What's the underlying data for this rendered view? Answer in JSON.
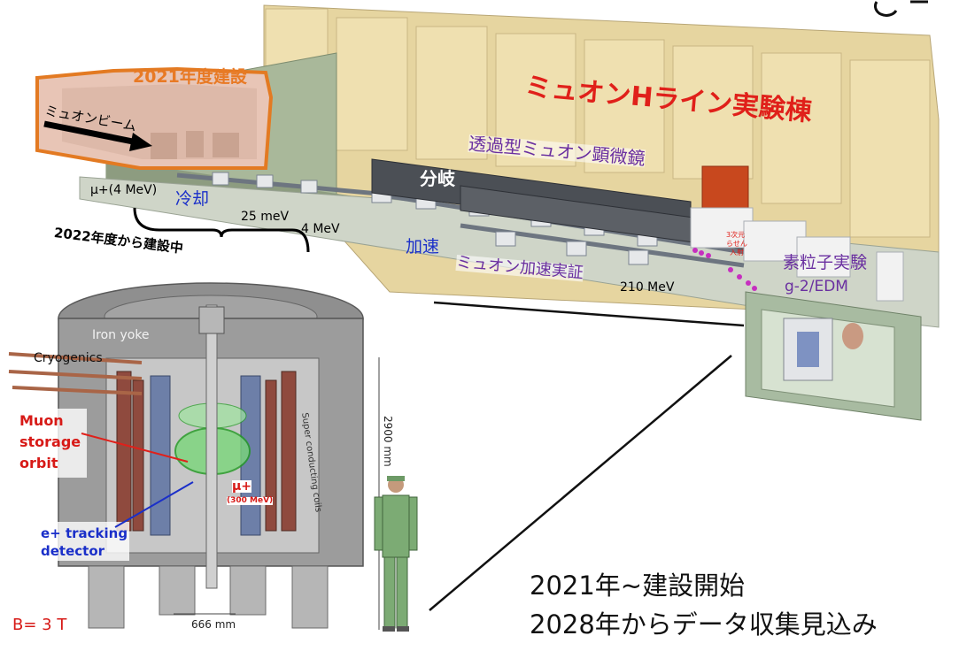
{
  "facility": {
    "construction_2021": "2021年度建設",
    "muon_beam": "ミュオンビーム",
    "hall_title": "ミュオンHライン実験棟",
    "microscope": "透過型ミュオン顕微鏡",
    "branch": "分岐",
    "cooling": "冷却",
    "acceleration": "加速",
    "accel_demo": "ミュオン加速実証",
    "particle_exp_line1": "素粒子実験",
    "particle_exp_line2": "g-2/EDM",
    "spiral_injection": [
      "3次元",
      "らせん",
      "入射"
    ],
    "energy_4mev_initial": "μ+(4 MeV)",
    "energy_25mev": "25 meV",
    "energy_4mev": "4 MeV",
    "energy_210mev": "210 MeV",
    "construction_2022": "2022年度から建設中"
  },
  "detector": {
    "iron_yoke": "Iron yoke",
    "cryogenics": "Cryogenics",
    "superconducting_coils": "Super conducting coils",
    "muon_orbit": [
      "Muon",
      "storage",
      "orbit"
    ],
    "mu_plus": "μ+",
    "mu_energy": "(300 MeV)",
    "tracking": [
      "e+ tracking",
      "detector"
    ],
    "height_dim": "2900 mm",
    "width_dim": "666 mm",
    "field": "B= 3 T"
  },
  "timeline": {
    "line1": "2021年~建設開始",
    "line2": "2028年からデータ収集見込み"
  },
  "colors": {
    "building": "#e9d9a6",
    "floor": "#cfd6c8",
    "accent_red": "#e0201a",
    "label_blue": "#1a2fc9",
    "label_purple": "#6a2fa0",
    "orange": "#e87a25"
  }
}
